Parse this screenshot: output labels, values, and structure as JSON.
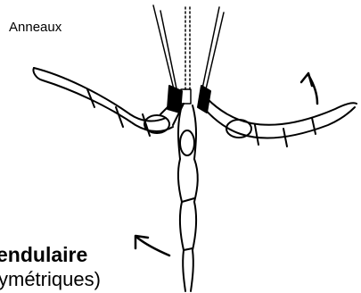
{
  "labels": {
    "apparatus": "Anneaux",
    "movement_title": "endulaire",
    "movement_subtitle": "ymétriques)"
  },
  "colors": {
    "ink": "#000000",
    "paper": "#ffffff"
  },
  "icons": [
    "arrow-up-icon",
    "arrow-up-left-icon"
  ]
}
